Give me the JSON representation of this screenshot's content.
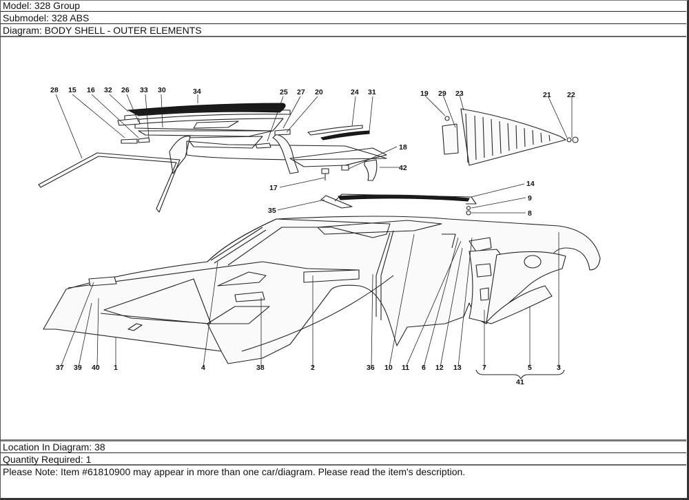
{
  "header": {
    "model": "Model: 328 Group",
    "submodel": "Submodel: 328 ABS",
    "diagram": "Diagram: BODY SHELL - OUTER ELEMENTS"
  },
  "diagram": {
    "title": "BODY SHELL - OUTER ELEMENTS",
    "callouts": [
      {
        "id": "28",
        "label": "28"
      },
      {
        "id": "15",
        "label": "15"
      },
      {
        "id": "16",
        "label": "16"
      },
      {
        "id": "32",
        "label": "32"
      },
      {
        "id": "26",
        "label": "26"
      },
      {
        "id": "33",
        "label": "33"
      },
      {
        "id": "30",
        "label": "30"
      },
      {
        "id": "34",
        "label": "34"
      },
      {
        "id": "25",
        "label": "25"
      },
      {
        "id": "27",
        "label": "27"
      },
      {
        "id": "20",
        "label": "20"
      },
      {
        "id": "24",
        "label": "24"
      },
      {
        "id": "31",
        "label": "31"
      },
      {
        "id": "18",
        "label": "18"
      },
      {
        "id": "42",
        "label": "42"
      },
      {
        "id": "17",
        "label": "17"
      },
      {
        "id": "19",
        "label": "19"
      },
      {
        "id": "29",
        "label": "29"
      },
      {
        "id": "23",
        "label": "23"
      },
      {
        "id": "21",
        "label": "21"
      },
      {
        "id": "22",
        "label": "22"
      },
      {
        "id": "14",
        "label": "14"
      },
      {
        "id": "9",
        "label": "9"
      },
      {
        "id": "8",
        "label": "8"
      },
      {
        "id": "35",
        "label": "35"
      },
      {
        "id": "37",
        "label": "37"
      },
      {
        "id": "39",
        "label": "39"
      },
      {
        "id": "40",
        "label": "40"
      },
      {
        "id": "1",
        "label": "1"
      },
      {
        "id": "4",
        "label": "4"
      },
      {
        "id": "38",
        "label": "38"
      },
      {
        "id": "2",
        "label": "2"
      },
      {
        "id": "36",
        "label": "36"
      },
      {
        "id": "10",
        "label": "10"
      },
      {
        "id": "11",
        "label": "11"
      },
      {
        "id": "6",
        "label": "6"
      },
      {
        "id": "12",
        "label": "12"
      },
      {
        "id": "13",
        "label": "13"
      },
      {
        "id": "7",
        "label": "7"
      },
      {
        "id": "5",
        "label": "5"
      },
      {
        "id": "3",
        "label": "3"
      },
      {
        "id": "41",
        "label": "41"
      }
    ]
  },
  "footer": {
    "location": "Location In Diagram: 38",
    "quantity": "Quantity Required: 1",
    "note": "Please Note: Item #61810900 may appear in more than one car/diagram. Please read the item's description."
  }
}
